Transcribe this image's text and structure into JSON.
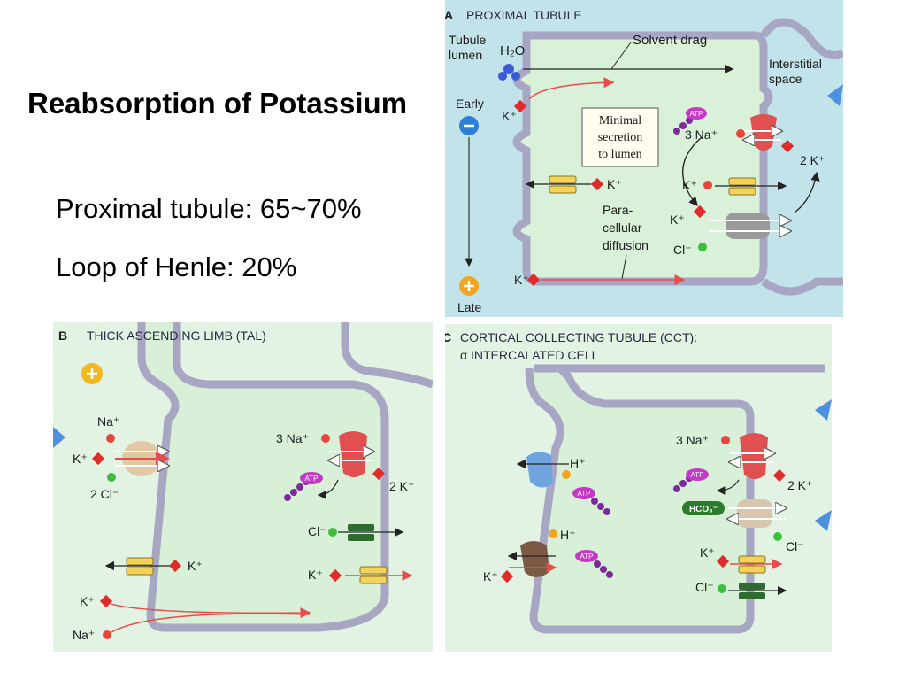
{
  "slide": {
    "title": "Reabsorption of Potassium",
    "bullets": [
      "Proximal tubule:  65~70%",
      "Loop of Henle:  20%"
    ]
  },
  "panel_a": {
    "letter": "A",
    "heading": "PROXIMAL TUBULE",
    "tubule_lumen": [
      "Tubule",
      "lumen"
    ],
    "h2o": "H₂O",
    "solvent_drag": "Solvent drag",
    "interstitial": [
      "Interstitial",
      "space"
    ],
    "early": "Early",
    "late": "Late",
    "minimal_secretion": [
      "Minimal",
      "secretion",
      "to lumen"
    ],
    "para": [
      "Para-",
      "cellular",
      "diffusion"
    ],
    "k": "K⁺",
    "na3": "3 Na⁺",
    "k2": "2 K⁺",
    "cl": "Cl⁻",
    "atp": "ATP"
  },
  "panel_b": {
    "letter": "B",
    "heading": "THICK ASCENDING LIMB (TAL)",
    "na": "Na⁺",
    "k": "K⁺",
    "cl2": "2 Cl⁻",
    "na3": "3 Na⁺",
    "k2": "2 K⁺",
    "cl": "Cl⁻",
    "atp": "ATP"
  },
  "panel_c": {
    "letter": "C",
    "heading": [
      "CORTICAL COLLECTING TUBULE (CCT):",
      "α INTERCALATED CELL"
    ],
    "h": "H⁺",
    "k": "K⁺",
    "na3": "3 Na⁺",
    "k2": "2 K⁺",
    "hco3": "HCO₃⁻",
    "cl": "Cl⁻",
    "atp": "ATP"
  },
  "colors": {
    "membrane": "#a7a7c4",
    "cell": "#d7f0d7",
    "panel_a_bg": "#c2e3ea",
    "k_ion": "#e02b2b",
    "na_ion": "#e8443a",
    "cl_ion": "#3cbf3c",
    "h_ion": "#f2a51d",
    "atp": "#c53ac5",
    "pump": "#e05050",
    "arrow": "#e84b4b"
  }
}
